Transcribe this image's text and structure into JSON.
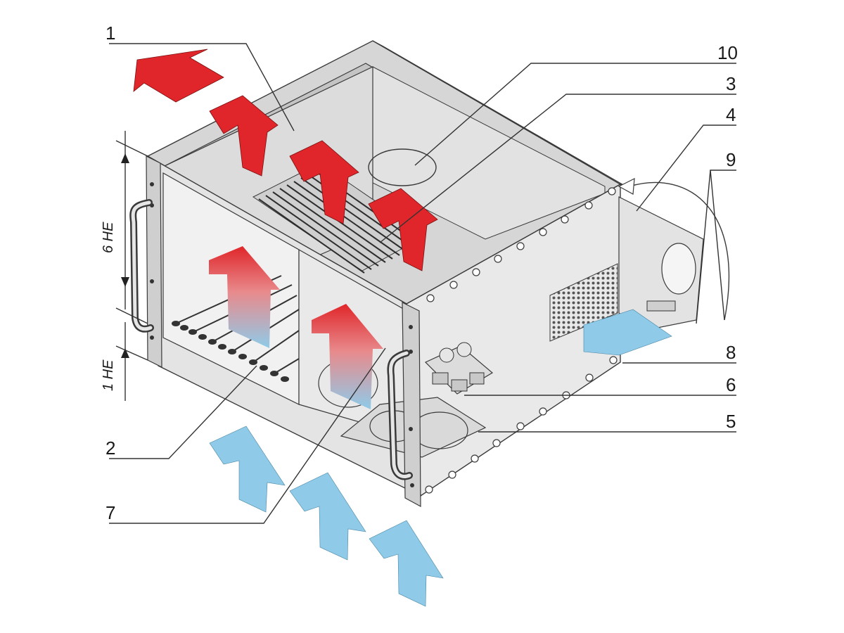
{
  "diagram": {
    "callouts": [
      {
        "id": "1",
        "text": "1"
      },
      {
        "id": "2",
        "text": "2"
      },
      {
        "id": "3",
        "text": "3"
      },
      {
        "id": "4",
        "text": "4"
      },
      {
        "id": "5",
        "text": "5"
      },
      {
        "id": "6",
        "text": "6"
      },
      {
        "id": "7",
        "text": "7"
      },
      {
        "id": "8",
        "text": "8"
      },
      {
        "id": "9",
        "text": "9"
      },
      {
        "id": "10",
        "text": "10"
      }
    ],
    "dimensions": {
      "height_main": "6 HE",
      "height_small": "1 HE"
    },
    "colors": {
      "hot_air": "#e0262a",
      "cool_air": "#8fcbe9",
      "housing_front": "#e4e4e4",
      "housing_side": "#e9e9e9",
      "housing_top": "#d3d3d3",
      "frame": "#bdbdbd",
      "outline": "#3a3a3a"
    }
  }
}
